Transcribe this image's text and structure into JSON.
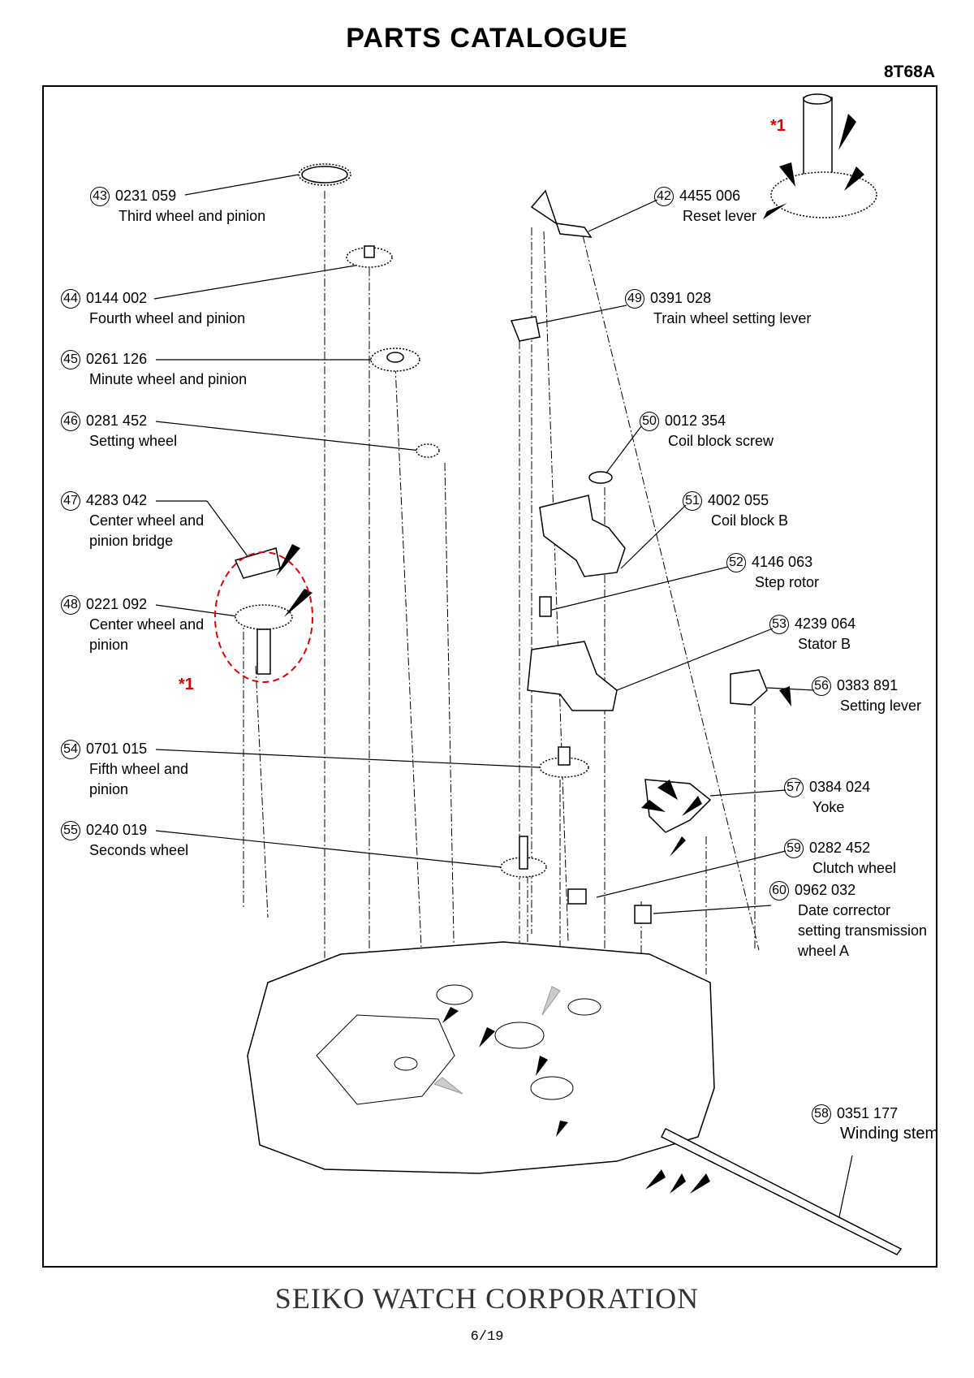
{
  "header": {
    "title": "PARTS  CATALOGUE",
    "model": "8T68A"
  },
  "notes": {
    "marker": "*1"
  },
  "parts": [
    {
      "num": "43",
      "code": "0231 059",
      "name": "Third wheel and pinion"
    },
    {
      "num": "44",
      "code": "0144 002",
      "name": "Fourth wheel and pinion"
    },
    {
      "num": "45",
      "code": "0261 126",
      "name": "Minute wheel and pinion"
    },
    {
      "num": "46",
      "code": "0281 452",
      "name": "Setting wheel"
    },
    {
      "num": "47",
      "code": "4283 042",
      "name": "Center wheel and\npinion bridge"
    },
    {
      "num": "48",
      "code": "0221 092",
      "name": "Center wheel and\npinion"
    },
    {
      "num": "54",
      "code": "0701 015",
      "name": "Fifth wheel and\npinion"
    },
    {
      "num": "55",
      "code": "0240 019",
      "name": "Seconds wheel"
    },
    {
      "num": "42",
      "code": "4455 006",
      "name": "Reset lever"
    },
    {
      "num": "49",
      "code": "0391 028",
      "name": "Train wheel setting lever"
    },
    {
      "num": "50",
      "code": "0012 354",
      "name": "Coil block screw"
    },
    {
      "num": "51",
      "code": "4002 055",
      "name": "Coil block B"
    },
    {
      "num": "52",
      "code": "4146 063",
      "name": "Step rotor"
    },
    {
      "num": "53",
      "code": "4239 064",
      "name": "Stator B"
    },
    {
      "num": "56",
      "code": "0383 891",
      "name": "Setting lever"
    },
    {
      "num": "57",
      "code": "0384 024",
      "name": "Yoke"
    },
    {
      "num": "59",
      "code": "0282 452",
      "name": "Clutch wheel"
    },
    {
      "num": "60",
      "code": "0962 032",
      "name": "Date corrector\nsetting transmission\nwheel A"
    },
    {
      "num": "58",
      "code": "0351 177",
      "name": "Winding stem"
    }
  ],
  "footer": {
    "company": "SEIKO WATCH CORPORATION",
    "page": "6/19"
  }
}
